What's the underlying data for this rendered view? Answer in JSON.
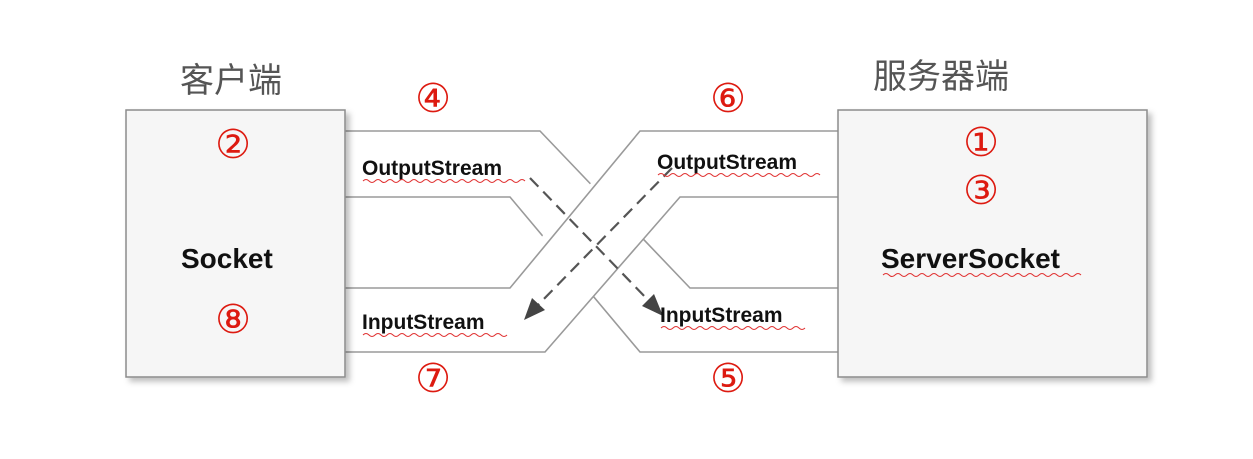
{
  "client": {
    "heading": "客户端",
    "box_label": "Socket"
  },
  "server": {
    "heading": "服务器端",
    "box_label": "ServerSocket"
  },
  "streams": {
    "client_output": "OutputStream",
    "client_input": "InputStream",
    "server_output": "OutputStream",
    "server_input": "InputStream"
  },
  "steps": [
    "①",
    "②",
    "③",
    "④",
    "⑤",
    "⑥",
    "⑦",
    "⑧"
  ],
  "colors": {
    "step_red": "#dd1a10",
    "pipe_gray": "#9a9a9a",
    "arrow_dark": "#444444"
  }
}
